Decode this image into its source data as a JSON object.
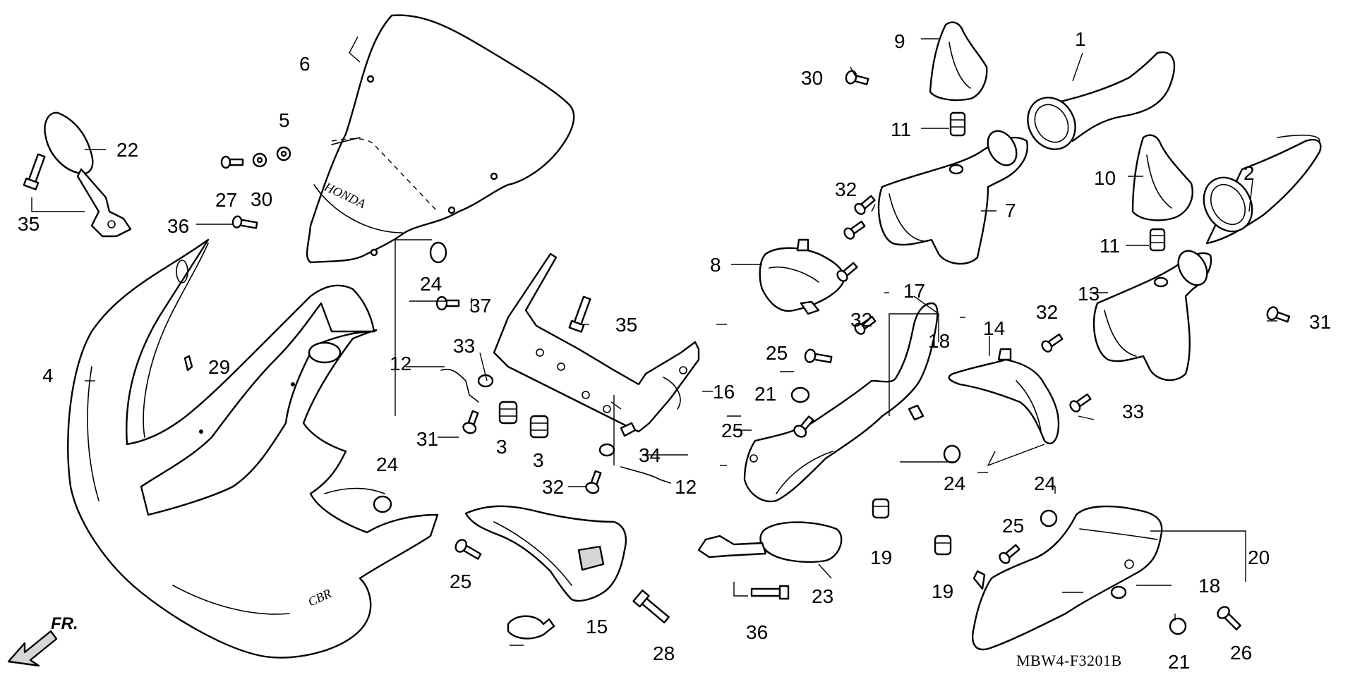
{
  "diagram_code": "MBW4-F3201B",
  "front_arrow_label": "FR.",
  "windscreen_brand": "HONDA",
  "fairing_logo": "CBR",
  "callouts": [
    "1",
    "2",
    "3",
    "3",
    "4",
    "5",
    "6",
    "7",
    "8",
    "9",
    "10",
    "11",
    "11",
    "12",
    "12",
    "13",
    "14",
    "15",
    "16",
    "17",
    "18",
    "18",
    "19",
    "19",
    "20",
    "21",
    "21",
    "22",
    "23",
    "24",
    "24",
    "24",
    "24",
    "25",
    "25",
    "25",
    "25",
    "26",
    "27",
    "28",
    "29",
    "30",
    "30",
    "31",
    "31",
    "32",
    "32",
    "32",
    "32",
    "33",
    "33",
    "34",
    "35",
    "35",
    "36",
    "36",
    "37"
  ]
}
